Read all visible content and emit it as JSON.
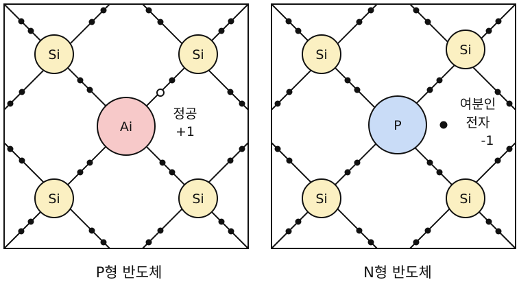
{
  "panels": [
    {
      "caption": "P형 반도체",
      "center_atom": {
        "symbol": "Ai",
        "color": "#f7c9c9"
      },
      "corner_atoms": [
        "Si",
        "Si",
        "Si",
        "Si"
      ],
      "annotation": {
        "lines": [
          "정공",
          "+1"
        ]
      }
    },
    {
      "caption": "N형 반도체",
      "center_atom": {
        "symbol": "P",
        "color": "#c9dcf7"
      },
      "corner_atoms": [
        "Si",
        "Si",
        "Si",
        "Si"
      ],
      "annotation": {
        "lines": [
          "여분인",
          "전자",
          "-1"
        ]
      }
    }
  ],
  "colors": {
    "si_atom": "#fbf0c2",
    "stroke": "#111111",
    "electron": "#111111"
  }
}
